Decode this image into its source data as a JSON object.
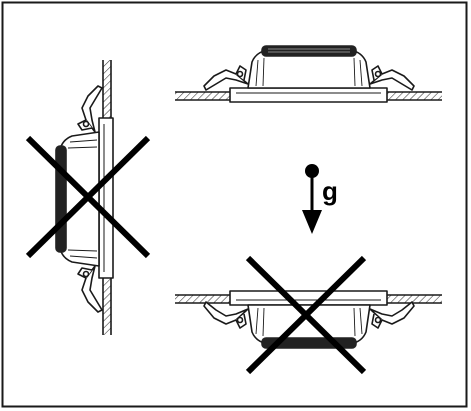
{
  "gravity": {
    "label": "g"
  },
  "panels": [
    {
      "id": "wall-mount",
      "orientation": "vertical-wall",
      "status": "incorrect",
      "mark": "cross"
    },
    {
      "id": "ceiling-mount-upright",
      "orientation": "horizontal-ceiling-dome-up",
      "status": "correct",
      "mark": "none"
    },
    {
      "id": "ceiling-mount-inverted",
      "orientation": "horizontal-ceiling-dome-down",
      "status": "incorrect",
      "mark": "cross"
    }
  ],
  "colors": {
    "line": "#1a1a1a",
    "background": "#ffffff",
    "hatch": "#333333",
    "cross": "#000000"
  }
}
